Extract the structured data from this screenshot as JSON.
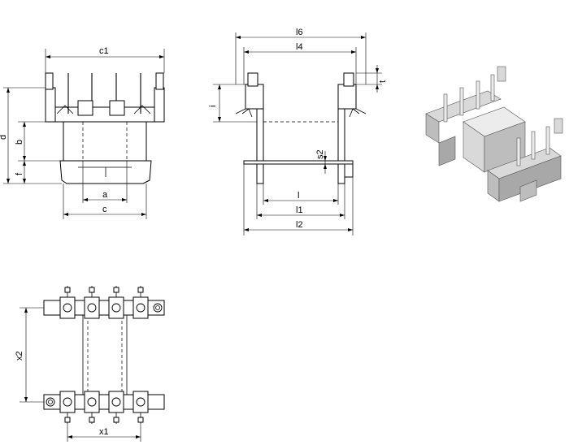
{
  "labels": {
    "c1": "c1",
    "d": "d",
    "b": "b",
    "f": "f",
    "a": "a",
    "c": "c",
    "l6": "l6",
    "l4": "l4",
    "t": "t",
    "i": "i",
    "s2": "s2",
    "l": "l",
    "l1": "l1",
    "l2": "l2",
    "x1": "x1",
    "x2": "x2"
  }
}
